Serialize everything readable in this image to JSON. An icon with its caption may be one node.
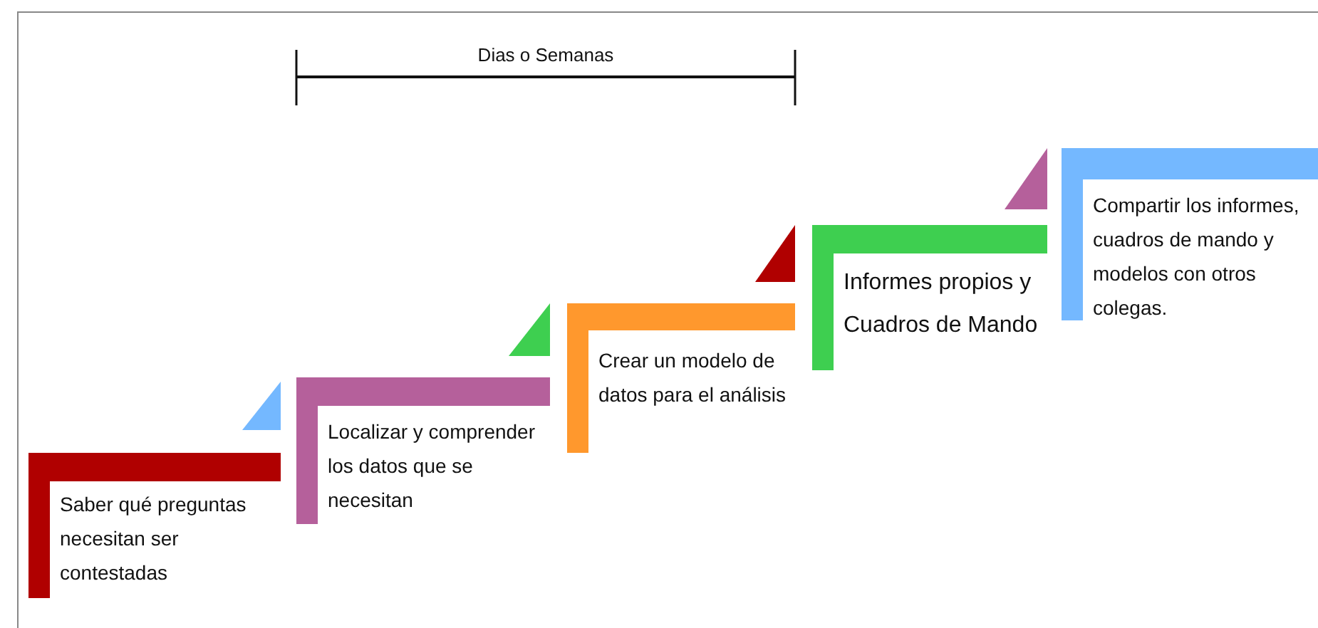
{
  "diagram": {
    "nodes": [
      {
        "text": [
          "Saber qué preguntas necesitan ser contestadas"
        ]
      },
      {
        "text": [
          "Localizar y comprender los datos que se necesitan"
        ]
      },
      {
        "text": [
          "Crear un modelo de datos para el análisis"
        ]
      },
      {
        "text": [
          "Informes propios y Cuadros de Mando"
        ]
      },
      {
        "text": [
          "Compartir los informes, cuadros de mando y modelos con otros colegas."
        ]
      }
    ],
    "labels": [
      "Dias o Semanas"
    ]
  }
}
